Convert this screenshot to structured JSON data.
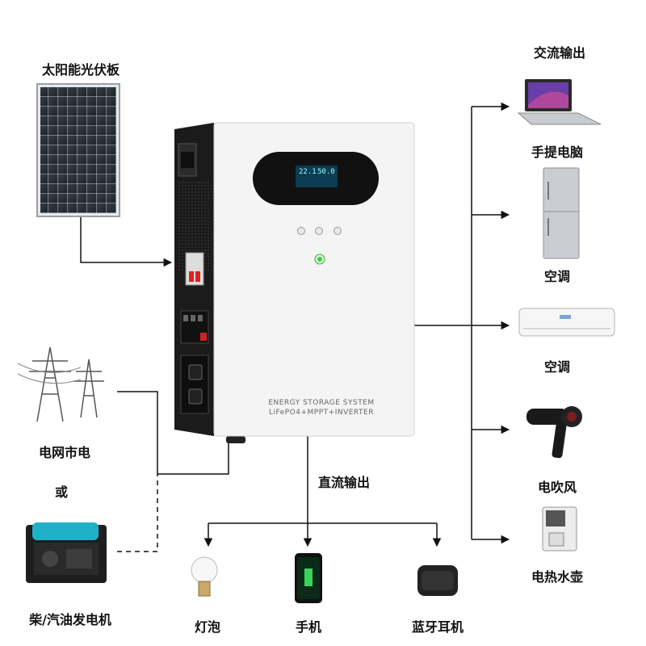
{
  "labels": {
    "solar_panel": "太阳能光伏板",
    "ac_output": "交流输出",
    "laptop": "手提电脑",
    "fridge": "空调",
    "air_conditioner": "空调",
    "hair_dryer": "电吹风",
    "water_kettle": "电热水壶",
    "grid": "电网市电",
    "or": "或",
    "generator": "柴/汽油发电机",
    "dc_output": "直流输出",
    "bulb": "灯泡",
    "phone": "手机",
    "earbuds": "蓝牙耳机"
  },
  "product": {
    "line1": "ENERGY STORAGE SYSTEM",
    "line2": "LiFePO4+MPPT+INVERTER",
    "lcd_left": "22.1",
    "lcd_right": "50.0"
  },
  "colors": {
    "line": "#111111",
    "device_white": "#f4f4f4",
    "device_black": "#1a1a1a",
    "generator_blue": "#1fb0c8"
  }
}
